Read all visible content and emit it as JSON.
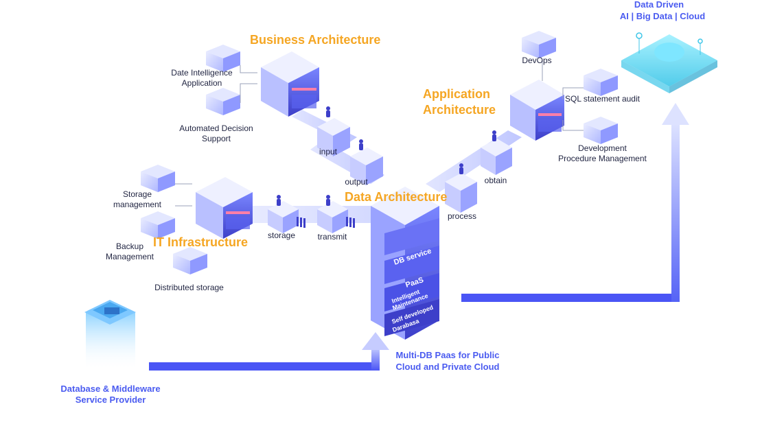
{
  "top_right": {
    "line1": "Data Driven",
    "line2": "AI | Big Data  |  Cloud"
  },
  "sections": {
    "business": "Business Architecture",
    "application_line1": "Application",
    "application_line2": "Architecture",
    "data": "Data Architecture",
    "it": "IT Infrastructure"
  },
  "business_items": {
    "item1_line1": "Date Intelligence",
    "item1_line2": "Application",
    "item2_line1": "Automated Decision",
    "item2_line2": "Support"
  },
  "application_items": {
    "devops": "DevOps",
    "sql": "SQL statement audit",
    "dev_line1": "Development",
    "dev_line2": "Procedure Management"
  },
  "it_items": {
    "storage_line1": "Storage",
    "storage_line2": "management",
    "backup_line1": "Backup",
    "backup_line2": "Management",
    "distributed": "Distributed storage"
  },
  "flow_steps": {
    "input": "input",
    "output": "output",
    "obtain": "obtain",
    "process": "process",
    "storage": "storage",
    "transmit": "transmit"
  },
  "db_layers": {
    "layer1": "DB service",
    "layer2": "PaaS",
    "layer3_line1": "Intelligent",
    "layer3_line2": "Maintenance",
    "layer4_line1": "Self developed",
    "layer4_line2": "Darabasa"
  },
  "bottom": {
    "provider_line1": "Database & Middleware",
    "provider_line2": "Service Provider",
    "multi_line1": "Multi-DB Paas for Public",
    "multi_line2": "Cloud and Private Cloud"
  },
  "colors": {
    "accent_orange": "#f5a623",
    "accent_blue": "#4a5bf0",
    "text_dark": "#1f2340"
  }
}
